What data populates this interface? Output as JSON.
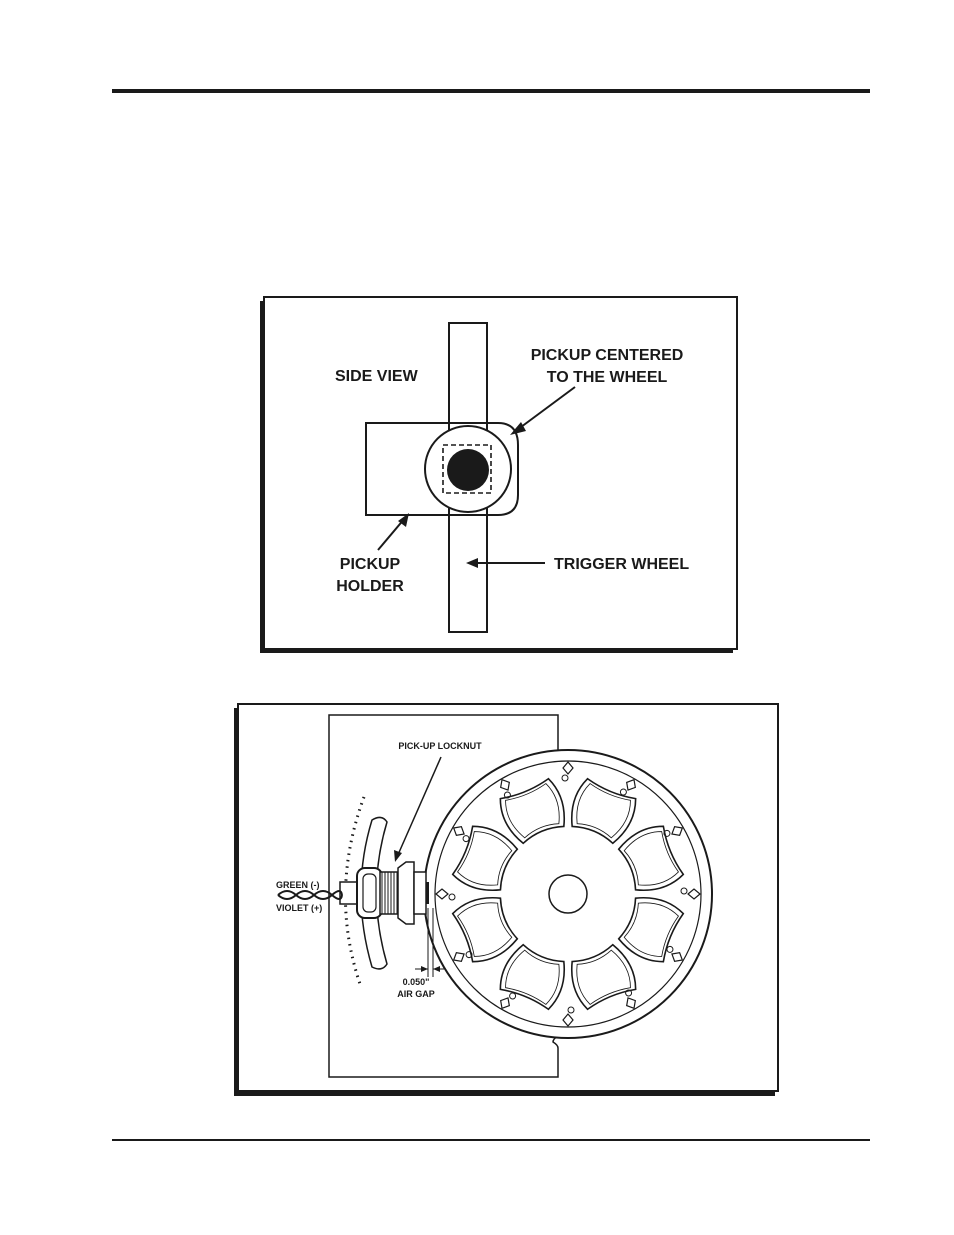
{
  "side_view": {
    "title": "SIDE VIEW",
    "pickup_centered_line1": "PICKUP CENTERED",
    "pickup_centered_line2": "TO THE WHEEL",
    "pickup_holder_line1": "PICKUP",
    "pickup_holder_line2": "HOLDER",
    "trigger_wheel": "TRIGGER WHEEL"
  },
  "top_view": {
    "locknut": "PICK-UP LOCKNUT",
    "green_wire": "GREEN (-)",
    "violet_wire": "VIOLET (+)",
    "gap_value": "0.050\"",
    "gap_label": "AIR GAP"
  },
  "colors": {
    "ink": "#1a1a1a",
    "paper": "#ffffff"
  }
}
